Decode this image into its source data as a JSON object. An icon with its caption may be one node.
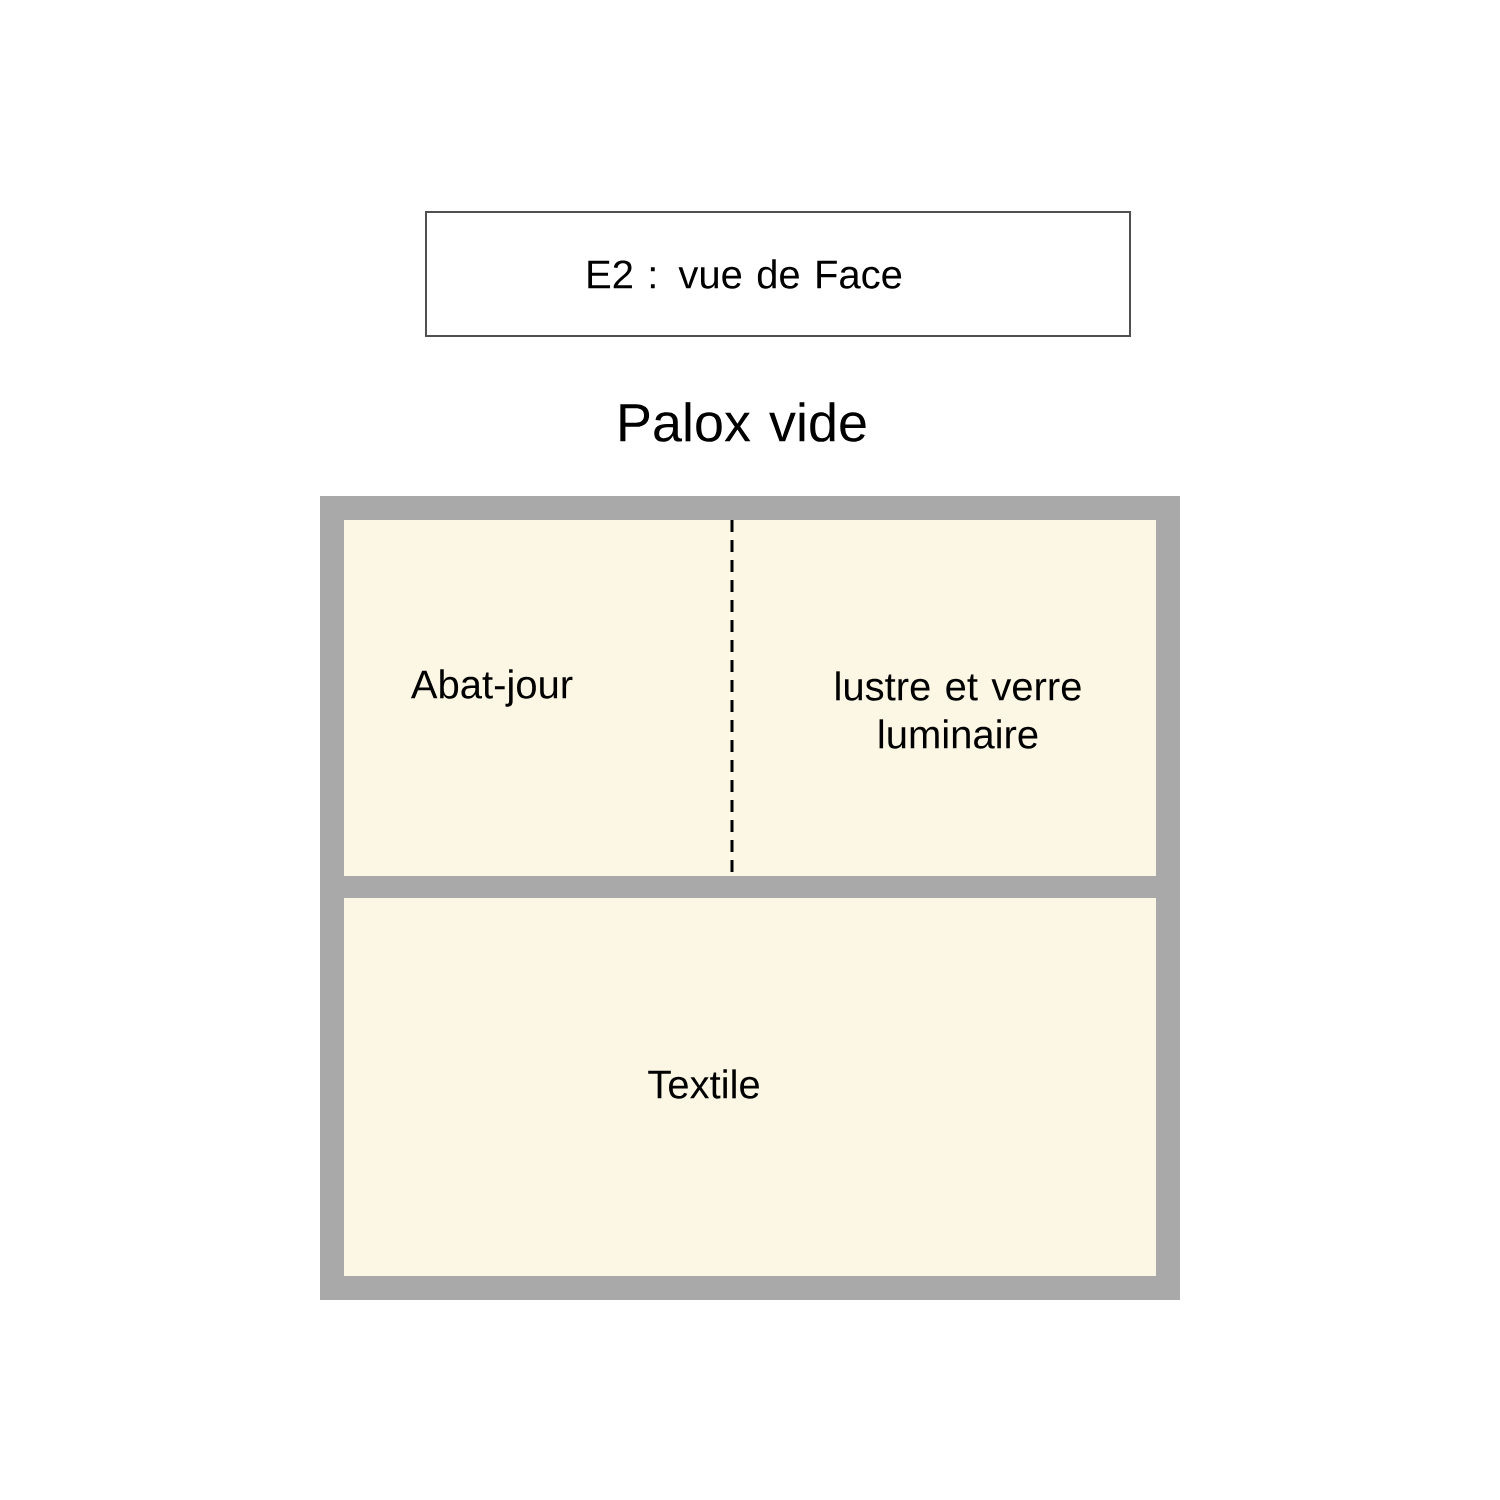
{
  "diagram": {
    "nodes": [
      {
        "text": [
          "E2 :  vue de Face"
        ]
      },
      {
        "text": [
          "Palox vide"
        ]
      },
      {
        "text": [
          "Abat-jour"
        ],
        "in": 1
      },
      {
        "text": [
          "lustre et verre luminaire"
        ],
        "in": 1
      },
      {
        "text": [
          "Textile"
        ],
        "in": 1
      }
    ]
  }
}
